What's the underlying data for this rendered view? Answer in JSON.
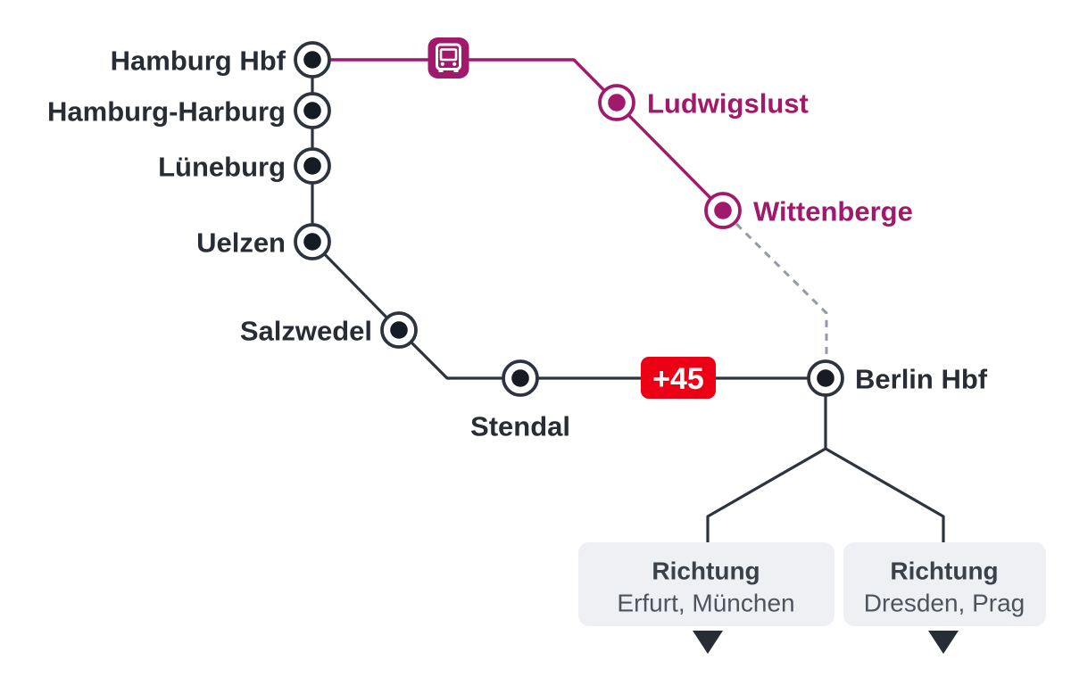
{
  "colors": {
    "line_dark": "#2e343e",
    "text_dark": "#272c35",
    "dot_dark": "#161b24",
    "magenta": "#a1196b",
    "red": "#ec0016",
    "dashed_gray": "#939aa5",
    "box_bg": "#eef0f3",
    "box_title_text": "#3b414b",
    "box_city_text": "#4e545e"
  },
  "stations": {
    "main": [
      "Hamburg Hbf",
      "Hamburg-Harburg",
      "Lüneburg",
      "Uelzen",
      "Salzwedel",
      "Stendal",
      "Berlin Hbf"
    ],
    "diversion": [
      "Ludwigslust",
      "Wittenberge"
    ]
  },
  "badge": {
    "delay": "+45"
  },
  "icons": {
    "bus": "bus-replacement-icon",
    "direction_arrow": "triangle-down-icon"
  },
  "directions": [
    {
      "title": "Richtung",
      "cities": "Erfurt, München"
    },
    {
      "title": "Richtung",
      "cities": "Dresden, Prag"
    }
  ]
}
